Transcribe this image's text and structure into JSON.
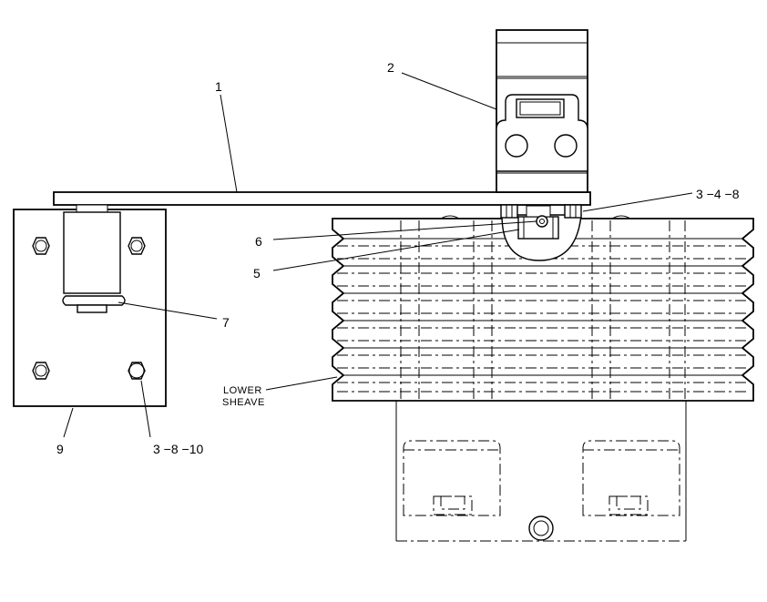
{
  "callouts": {
    "c1": "1",
    "c2": "2",
    "c348": "3 −4 −8",
    "c6": "6",
    "c5": "5",
    "c7": "7",
    "c9": "9",
    "c3810": "3 −8 −10",
    "lower_sheave_line1": "LOWER",
    "lower_sheave_line2": "SHEAVE"
  }
}
